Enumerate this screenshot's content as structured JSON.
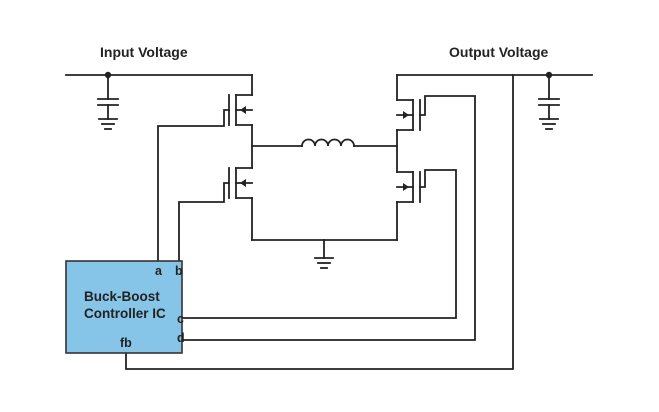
{
  "labels": {
    "input_voltage": "Input Voltage",
    "output_voltage": "Output Voltage"
  },
  "controller": {
    "title_line1": "Buck-Boost",
    "title_line2": "Controller IC",
    "pin_a": "a",
    "pin_b": "b",
    "pin_c": "c",
    "pin_d": "d",
    "pin_fb": "fb"
  },
  "colors": {
    "controller_fill": "#87c5e8",
    "controller_border": "#333333",
    "wire": "#222222"
  }
}
